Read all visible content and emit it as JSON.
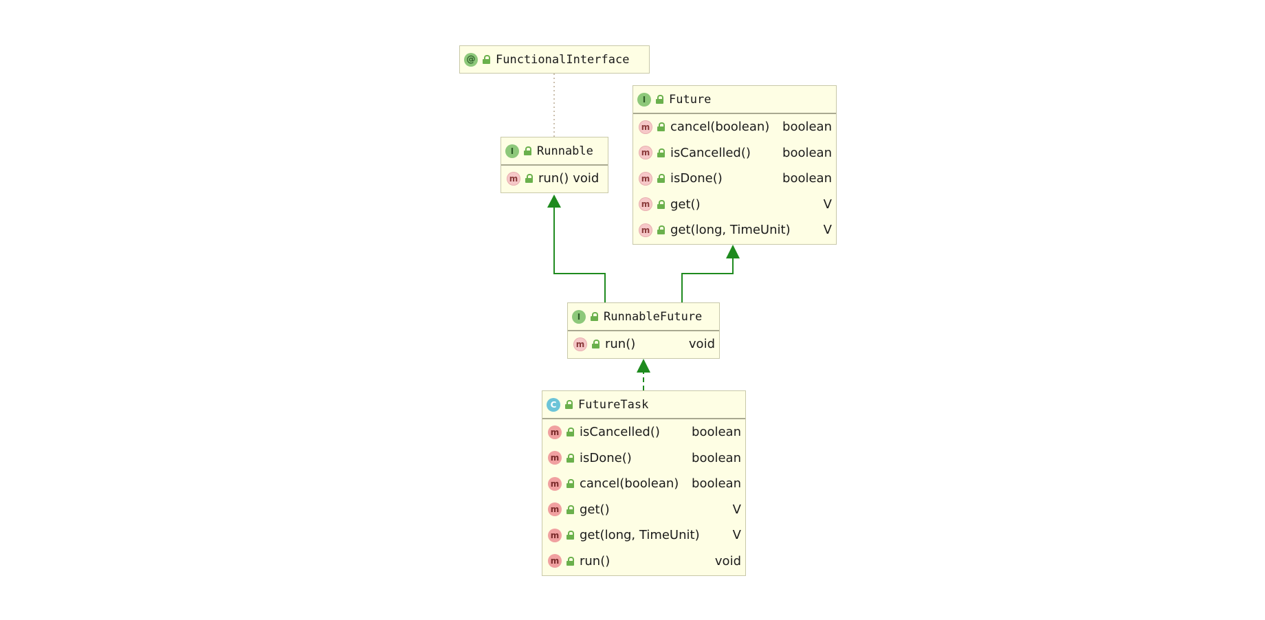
{
  "diagram": {
    "colors": {
      "inheritance": "#1e8a1e",
      "annotation_link": "#b8a890",
      "box_fill": "#fefee4"
    },
    "functional_interface": {
      "title": "FunctionalInterface",
      "badge": "@"
    },
    "runnable": {
      "title": "Runnable",
      "badge": "I",
      "methods": [
        {
          "name": "run()",
          "type": "void"
        }
      ]
    },
    "future": {
      "title": "Future",
      "badge": "I",
      "methods": [
        {
          "name": "cancel(boolean)",
          "type": "boolean"
        },
        {
          "name": "isCancelled()",
          "type": "boolean"
        },
        {
          "name": "isDone()",
          "type": "boolean"
        },
        {
          "name": "get()",
          "type": "V"
        },
        {
          "name": "get(long, TimeUnit)",
          "type": "V"
        }
      ]
    },
    "runnable_future": {
      "title": "RunnableFuture",
      "badge": "I",
      "methods": [
        {
          "name": "run()",
          "type": "void"
        }
      ]
    },
    "future_task": {
      "title": "FutureTask",
      "badge": "C",
      "methods": [
        {
          "name": "isCancelled()",
          "type": "boolean"
        },
        {
          "name": "isDone()",
          "type": "boolean"
        },
        {
          "name": "cancel(boolean)",
          "type": "boolean"
        },
        {
          "name": "get()",
          "type": "V"
        },
        {
          "name": "get(long, TimeUnit)",
          "type": "V"
        },
        {
          "name": "run()",
          "type": "void"
        }
      ]
    },
    "method_badge": "m"
  }
}
